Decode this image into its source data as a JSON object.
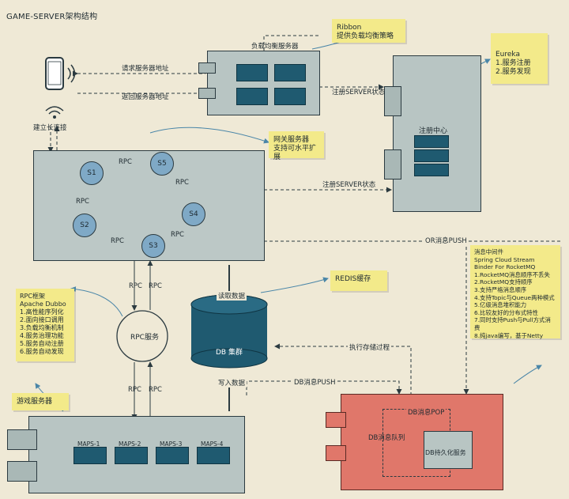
{
  "title": "GAME-SERVER架构结构",
  "notes": {
    "ribbon": [
      "Ribbon",
      "提供负载均衡策略"
    ],
    "eureka": [
      "Eureka",
      "1.服务注册",
      "2.服务发现"
    ],
    "gateway": [
      "网关服务器",
      "支持可水平扩展"
    ],
    "rpc": [
      "RPC框架",
      "Apache Dubbo",
      "1.高性能序列化",
      "2.面向接口调用",
      "3.负载均衡机制",
      "4.服务治理功能",
      "5.服务自动注册",
      "6.服务自动发现"
    ],
    "mq": [
      "消息中间件",
      "Spring Cloud Stream",
      "Binder For RocketMQ",
      "1.RocketMQ消息顺序不丢失",
      "2.RocketMQ支持顺序",
      "3.支持严格消息顺序",
      "4.支持Topic与Queue两种模式",
      "5.亿级消息堆积能力",
      "6.比较友好的分布式特性",
      "7.同时支持Push与Pull方式消费",
      "8.纯java编写，基于Netty"
    ],
    "redis": "REDIS缓存",
    "cluster": "游戏服务器"
  },
  "labels": {
    "lb_server": "负载均衡服务器",
    "request_lb": "请求服务器地址",
    "return_lb": "返回服务器地址",
    "register_center": "注册中心",
    "long_conn": "建立长连接",
    "register1": "注册SERVER状态",
    "register2": "注册SERVER状态",
    "or_push": "OR消息PUSH",
    "rpc_service": "RPC服务",
    "rpc_a": "RPC",
    "rpc_b": "RPC",
    "rpc_c": "RPC",
    "rpc_d": "RPC",
    "rpc_left": "RPC",
    "rpc_top": "RPC",
    "rpc_right": "RPC",
    "rpc_bl": "RPC",
    "rpc_br": "RPC",
    "db_label": "DB 集群",
    "read_data": "读取数据",
    "write_data": "写入数据",
    "exec_sql": "执行存储过程",
    "db_push": "DB消息PUSH",
    "db_pop": "DB消息POP",
    "db_queue": "DB消息队列",
    "db_persist": "DB持久化服务",
    "maps": [
      "MAPS-1",
      "MAPS-2",
      "MAPS-3",
      "MAPS-4"
    ],
    "nodes": [
      "S1",
      "S5",
      "S4",
      "S3",
      "S2"
    ]
  },
  "colors": {
    "panel": "#b8c5c3",
    "server": "#1f5a70",
    "note": "#f3ea8a",
    "red": "#e0776a",
    "node": "#7fa9c6"
  }
}
